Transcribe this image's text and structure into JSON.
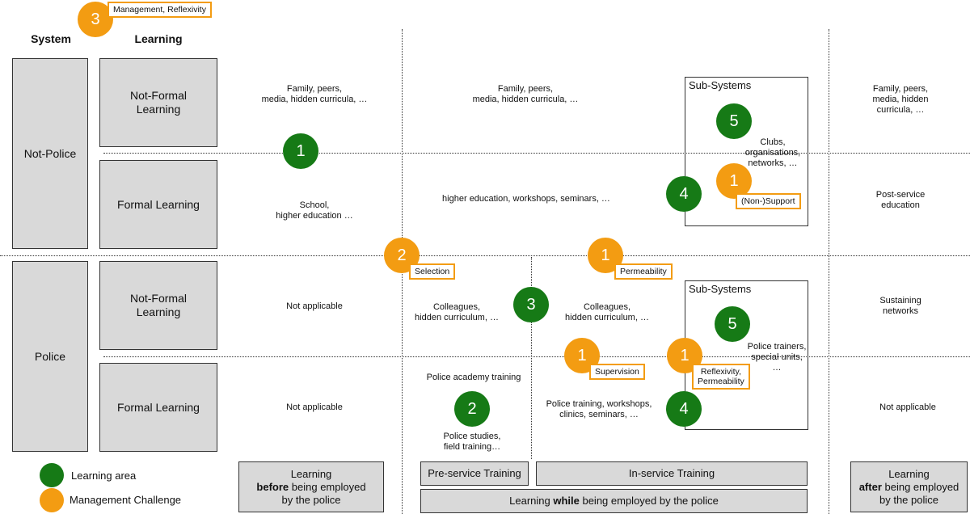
{
  "top_challenge": {
    "number": "3",
    "label": "Management, Reflexivity"
  },
  "headers": {
    "system": "System",
    "learning": "Learning"
  },
  "systems": {
    "not_police": "Not-Police",
    "police": "Police"
  },
  "learning_types": {
    "not_formal_1": "Not-Formal\nLearning",
    "formal_1": "Formal Learning",
    "not_formal_2": "Not-Formal\nLearning",
    "formal_2": "Formal Learning"
  },
  "cells": {
    "np_nf_before": "Family, peers,\nmedia, hidden curricula, …",
    "np_nf_while": "Family, peers,\nmedia, hidden curricula, …",
    "np_nf_after": "Family, peers,\nmedia, hidden curricula, …",
    "np_f_before": "School,\nhigher education …",
    "np_f_while": "higher education, workshops, seminars, …",
    "np_f_after": "Post-service\neducation",
    "np_clubs": "Clubs,\norganisations,\nnetworks, …",
    "p_nf_before": "Not applicable",
    "p_nf_pre": "Colleagues,\nhidden curriculum, …",
    "p_nf_in": "Colleagues,\nhidden curriculum, …",
    "p_nf_after": "Sustaining\nnetworks",
    "p_trainers": "Police trainers,\nspecial units,\n…",
    "p_f_before": "Not applicable",
    "p_f_academy": "Police academy training",
    "p_f_studies": "Police studies,\nfield training…",
    "p_f_in": "Police training, workshops,\nclinics, seminars, …",
    "p_f_after": "Not applicable"
  },
  "subsystems": {
    "top": "Sub-Systems",
    "bottom": "Sub-Systems"
  },
  "learning_areas": {
    "a1": "1",
    "a5_top": "5",
    "a4_top": "4",
    "a3": "3",
    "a2": "2",
    "a5_bottom": "5",
    "a4_bottom": "4"
  },
  "challenges": {
    "selection": {
      "number": "2",
      "label": "Selection"
    },
    "permeability": {
      "number": "1",
      "label": "Permeability"
    },
    "nonsupport": {
      "number": "1",
      "label": "(Non-)Support"
    },
    "supervision": {
      "number": "1",
      "label": "Supervision"
    },
    "reflexivity": {
      "number": "1",
      "label": "Reflexivity,\nPermeability"
    }
  },
  "legend": {
    "area": "Learning area",
    "challenge": "Management Challenge"
  },
  "phases": {
    "before_pre": "Learning",
    "before_bold": "before",
    "before_post": " being employed\nby the police",
    "preservice": "Pre-service Training",
    "inservice": "In-service Training",
    "while_pre": "Learning ",
    "while_bold": "while",
    "while_post": " being employed by the police",
    "after_pre": "Learning",
    "after_bold": "after",
    "after_post": " being employed\nby the police"
  },
  "colors": {
    "green": "#167a16",
    "orange": "#f39c12",
    "box": "#d9d9d9"
  }
}
